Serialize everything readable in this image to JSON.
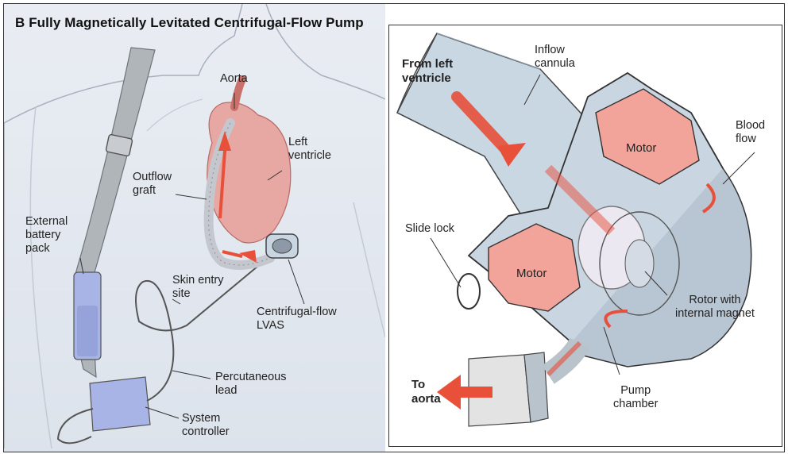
{
  "title": "B  Fully Magnetically Levitated Centrifugal-Flow Pump",
  "left_labels": {
    "aorta": "Aorta",
    "left_ventricle": "Left\nventricle",
    "outflow_graft": "Outflow\ngraft",
    "external_battery_pack": "External\nbattery\npack",
    "skin_entry_site": "Skin entry\nsite",
    "centrifugal_flow_lvas": "Centrifugal-flow\nLVAS",
    "percutaneous_lead": "Percutaneous\nlead",
    "system_controller": "System\ncontroller"
  },
  "inset_labels": {
    "from_left_ventricle": "From left\nventricle",
    "inflow_cannula": "Inflow\ncannula",
    "blood_flow": "Blood\nflow",
    "motor_top": "Motor",
    "motor_bottom": "Motor",
    "slide_lock": "Slide lock",
    "rotor": "Rotor with\ninternal magnet",
    "to_aorta": "To\naorta",
    "pump_chamber": "Pump\nchamber"
  },
  "colors": {
    "arrow": "#e8503a",
    "motor": "#f2a39a",
    "device": "#c9d5e0",
    "heart": "#e7a7a3",
    "controller": "#a9b4e6"
  }
}
